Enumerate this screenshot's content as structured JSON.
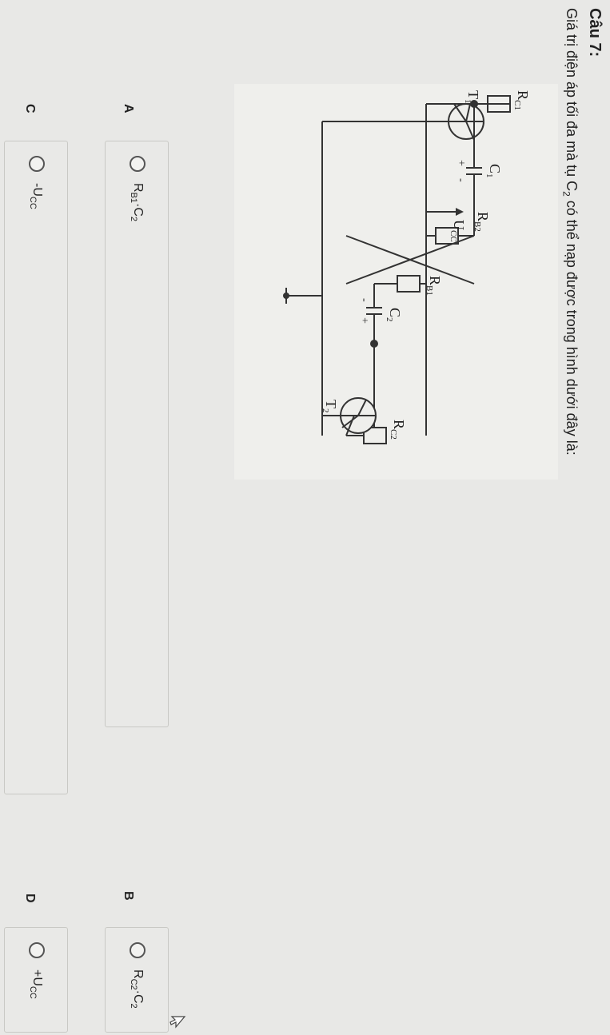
{
  "question": {
    "title": "Câu 7:",
    "text_before": "Giá trị điện áp tối đa mà tụ C",
    "text_sub": "2",
    "text_after": " có thể nạp được trong hình dưới đây là:"
  },
  "circuit": {
    "labels": {
      "rc1": "R",
      "rc1_sub": "C1",
      "rb2": "R",
      "rb2_sub": "B2",
      "rb1": "R",
      "rb1_sub": "B1",
      "rc2": "R",
      "rc2_sub": "C2",
      "c1": "C",
      "c1_sub": "1",
      "c2": "C",
      "c2_sub": "2",
      "t1": "T",
      "t1_sub": "1",
      "t2": "T",
      "t2_sub": "2",
      "ucc": "U",
      "ucc_sub": "CC",
      "plus": "+",
      "minus": "-"
    }
  },
  "options": [
    {
      "letter": "A",
      "text": "R",
      "sub1": "B1",
      "mid": "·C",
      "sub2": "2"
    },
    {
      "letter": "B",
      "text": "R",
      "sub1": "C2",
      "mid": "·C",
      "sub2": "2"
    },
    {
      "letter": "C",
      "text": "-U",
      "sub1": "CC",
      "mid": "",
      "sub2": ""
    },
    {
      "letter": "D",
      "text": "+U",
      "sub1": "CC",
      "mid": "",
      "sub2": ""
    }
  ],
  "icons": {
    "cursor": "cursor-icon"
  }
}
